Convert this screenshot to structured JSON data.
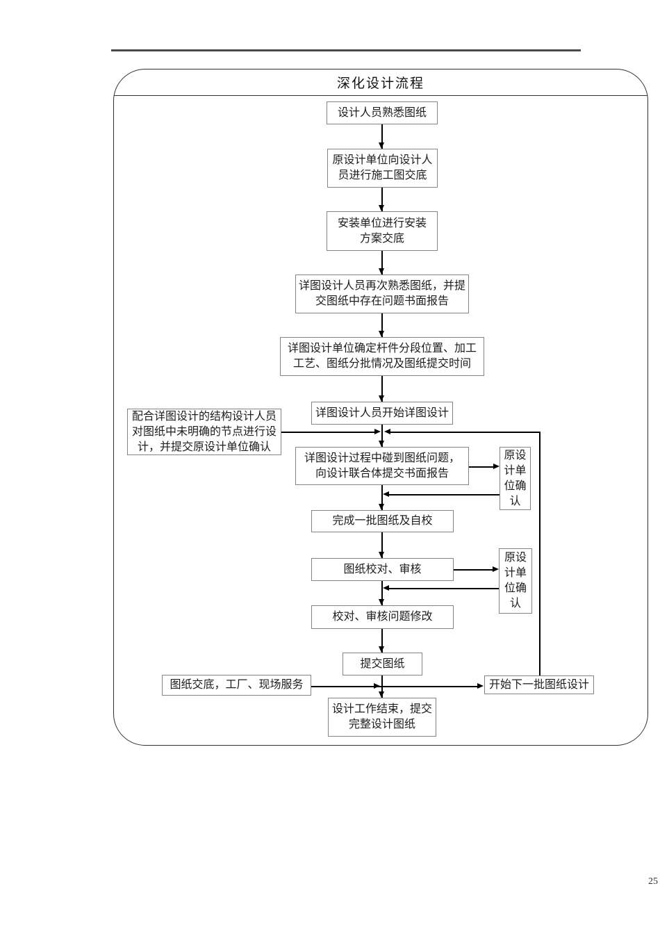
{
  "page": {
    "number": "25"
  },
  "flowchart": {
    "title": "深化设计流程",
    "colors": {
      "line": "#000000",
      "box_border": "#848484",
      "frame_border": "#2f2f2f"
    },
    "steps": {
      "familiarize": "设计人员熟悉图纸",
      "construction_disclosure": "原设计单位向设计人\n员进行施工图交底",
      "installation_disclosure": "安装单位进行安装\n方案交底",
      "refamiliarize_report": "详图设计人员再次熟悉图纸，并提\n交图纸中存在问题书面报告",
      "determine_segments": "详图设计单位确定杆件分段位置、加工\n工艺、图纸分批情况及图纸提交时间",
      "start_detail_design": "详图设计人员开始详图设计",
      "report_issues": "详图设计过程中碰到图纸问题，\n向设计联合体提交书面报告",
      "complete_batch": "完成一批图纸及自校",
      "proofread_review": "图纸校对、审核",
      "fix_issues": "校对、审核问题修改",
      "submit_drawings": "提交图纸",
      "finish": "设计工作结束，提交\n完整设计图纸"
    },
    "side_boxes": {
      "structural_support": "配合详图设计的结构设计人员\n对图纸中未明确的节点进行设\n计，并提交原设计单位确认",
      "original_confirm_1": "原设\n计单\n位确\n认",
      "original_confirm_2": "原设\n计单\n位确\n认",
      "drawing_service": "图纸交底，工厂、现场服务",
      "next_batch": "开始下一批图纸设计"
    }
  }
}
